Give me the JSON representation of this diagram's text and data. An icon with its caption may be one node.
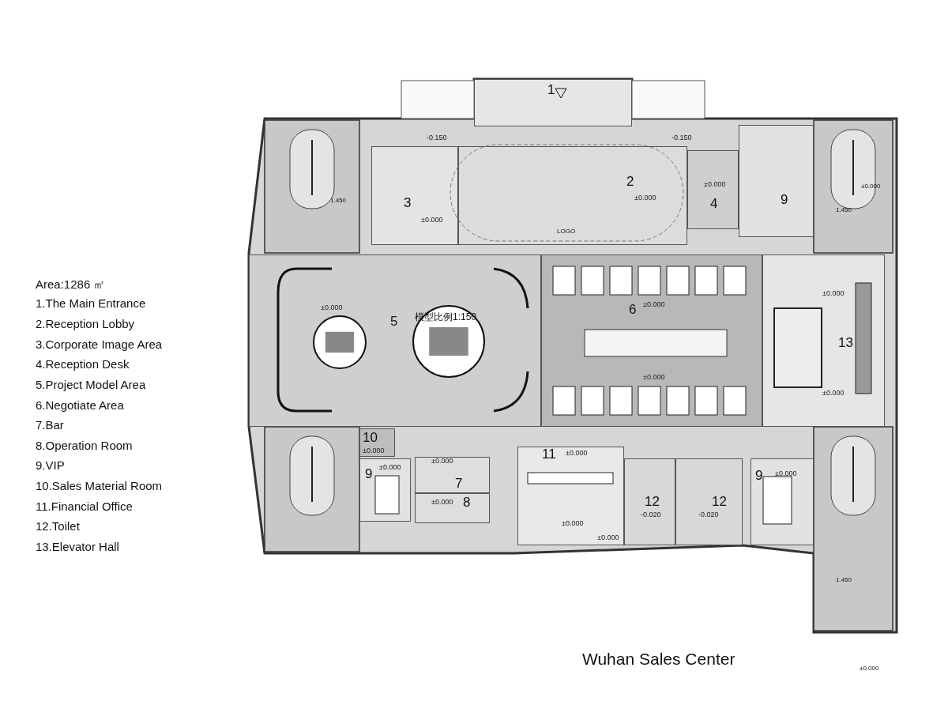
{
  "diagram": {
    "caption": "Wuhan Sales Center",
    "nodes": [
      {
        "text": [
          "1"
        ]
      },
      {
        "text": [
          "2",
          "±0.000"
        ]
      },
      {
        "text": [
          "3",
          "±0.000"
        ]
      },
      {
        "text": [
          "±0.000",
          "4"
        ]
      },
      {
        "text": [
          "9"
        ]
      },
      {
        "text": [
          "5",
          "±0.000"
        ]
      },
      {
        "text": [
          "6",
          "±0.000",
          "±0.000"
        ]
      },
      {
        "text": [
          "±0.000",
          "13",
          "±0.000"
        ]
      },
      {
        "text": [
          "10",
          "±0.000"
        ]
      },
      {
        "text": [
          "9",
          "±0.000"
        ]
      },
      {
        "text": [
          "7",
          "±0.000"
        ]
      },
      {
        "text": [
          "±0.000",
          "8"
        ]
      },
      {
        "text": [
          "11",
          "±0.000",
          "±0.000",
          "±0.000"
        ]
      },
      {
        "text": [
          "12",
          "-0.020"
        ]
      },
      {
        "text": [
          "12",
          "-0.020"
        ]
      },
      {
        "text": [
          "9",
          "±0.000"
        ]
      }
    ],
    "edges": [],
    "labels": [
      "Area:1286 ㎡",
      "1.The Main Entrance",
      "2.Reception Lobby",
      "3.Corporate Image Area",
      "4.Reception Desk",
      "5.Project Model Area",
      "6.Negotiate Area",
      "7.Bar",
      "8.Operation Room",
      "9.VIP",
      "10.Sales Material Room",
      "11.Financial Office",
      "12.Toilet",
      "13.Elevator Hall",
      "-0.150",
      "-0.150",
      "LOGO",
      "模型比例1:150",
      "1.450",
      "1.450",
      "±0.000",
      "1.450",
      "±0.000"
    ]
  }
}
